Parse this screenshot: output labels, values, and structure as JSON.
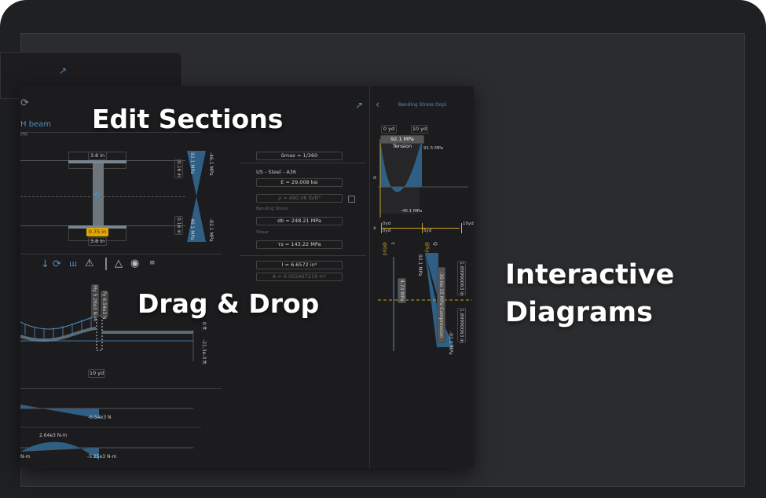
{
  "headlines": {
    "edit_sections": "Edit Sections",
    "drag_drop": "Drag & Drop",
    "interactive": "Interactive",
    "diagrams": "Diagrams"
  },
  "editor": {
    "beam_name": "H beam",
    "time_fragment": "PM",
    "flange_width_top": "3.8 in",
    "flange_width_bottom": "3.8 in",
    "web_thickness_highlight": "0.75  in",
    "flange_thk_top": "0.16 in",
    "flange_thk_bottom": "0.16 in",
    "stress_top_left": "92.1 MPa",
    "stress_top_right": "-46.1 MPa",
    "stress_bot_left": "46.1 MPa",
    "stress_bot_right": "-92.1 MPa"
  },
  "properties": {
    "deflection_limit": "δmax = 1/360",
    "material": "US - Steel - A36",
    "elastic_modulus": "E = 29,008 ksi",
    "density": "ρ = 490.06 lb/ft³",
    "bending_label": "Bending Stress",
    "bending_value": "σb = 248.21 MPa",
    "shear_label": "Shear",
    "shear_value": "τs = 143.22 MPa",
    "inertia": "I = 6.6572 in⁴",
    "area": "A = 0.002467219 m²"
  },
  "beam": {
    "moment_reaction": "My 5.28e3 N-m",
    "force_reaction": "Fy 6.54e3 N",
    "span": "10 yd",
    "deflection_zero": "0 ft",
    "deflection_min": "-21.3e-3 ft",
    "shear_min": "-6.54e3 N",
    "moment_max": "2.64e3 N-m",
    "moment_min": "-5.25e3 N-m",
    "moment_left": "N-m"
  },
  "diagram_panel": {
    "title": "Bending Stress (top)",
    "range_start": "0 yd",
    "range_end": "10 yd",
    "tooltip": "92.1 MPa Tension",
    "max_label": "91.5 MPa",
    "min_label": "-46.1 MPa",
    "y_axis": "σ",
    "x_axis": "x",
    "x_ticks": [
      "0yd",
      "0yd",
      "5yd",
      "10yd"
    ],
    "shear_at": "@0yd",
    "shear_axis": "τ",
    "shear_value": "4.73 MPa",
    "q_at": "@5yd",
    "q_axis": "Q",
    "top_stress": "92.1 MPa",
    "compression": "-30.0e-15 MPa Compression",
    "bottom_stress": "-92.1 MPa",
    "dist_top": "1.89990063 in",
    "dist_bottom": "1.89990063 in"
  },
  "colors": {
    "accent": "#4f8fc0",
    "highlight": "#e0a800",
    "axis": "#c9a227"
  }
}
